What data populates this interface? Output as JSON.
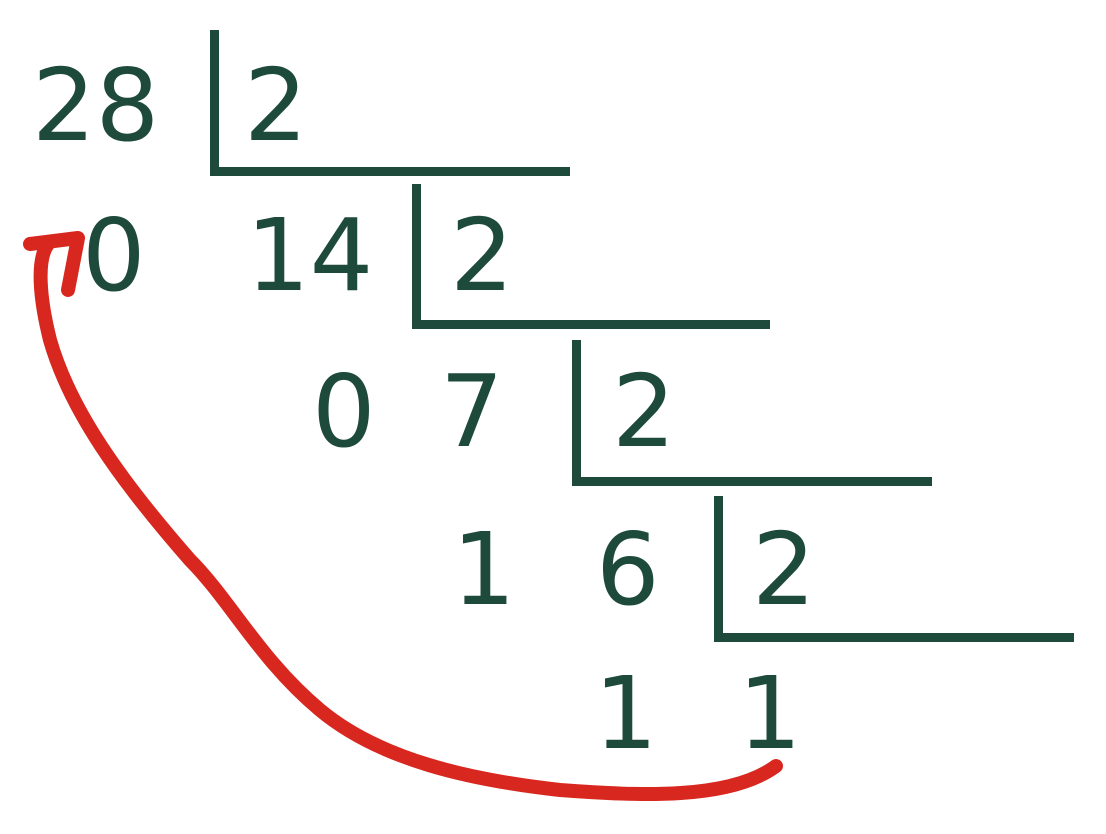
{
  "colors": {
    "ink": "#1e4a3c",
    "arrow": "#d8271f",
    "background": "#ffffff"
  },
  "steps": [
    {
      "dividend": "28",
      "divisor": "2"
    },
    {
      "remainder": "0",
      "dividend": "14",
      "divisor": "2"
    },
    {
      "remainder": "0",
      "dividend": "7",
      "divisor": "2"
    },
    {
      "remainder": "1",
      "dividend": "6",
      "divisor": "2"
    },
    {
      "remainder": "1",
      "quotient": "1"
    }
  ],
  "annotation": {
    "type": "arrow",
    "from": "final-quotient",
    "to": "first-remainder",
    "color_name": "red"
  }
}
